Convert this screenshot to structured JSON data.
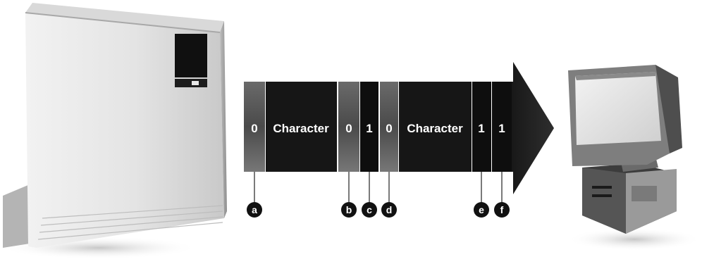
{
  "sender": {
    "icon": "mainframe-computer-icon"
  },
  "receiver": {
    "icon": "desktop-computer-icon"
  },
  "stream": {
    "direction_icon": "arrow-right-icon",
    "segments": [
      {
        "text": "0",
        "kind": "start-bit",
        "marker": "a"
      },
      {
        "text": "Character",
        "kind": "character"
      },
      {
        "text": "0",
        "kind": "start-bit",
        "marker": "b"
      },
      {
        "text": "1",
        "kind": "stop-bit",
        "marker": "c"
      },
      {
        "text": "0",
        "kind": "start-bit",
        "marker": "d"
      },
      {
        "text": "Character",
        "kind": "character"
      },
      {
        "text": "1",
        "kind": "stop-bit",
        "marker": "e"
      },
      {
        "text": "1",
        "kind": "stop-bit",
        "marker": "f"
      }
    ]
  },
  "colors": {
    "character": "#161616",
    "start_bit": "#5a5a5a",
    "stop_bit": "#0e0e0e",
    "arrow": "#1a1a1a",
    "label": "#ffffff"
  }
}
